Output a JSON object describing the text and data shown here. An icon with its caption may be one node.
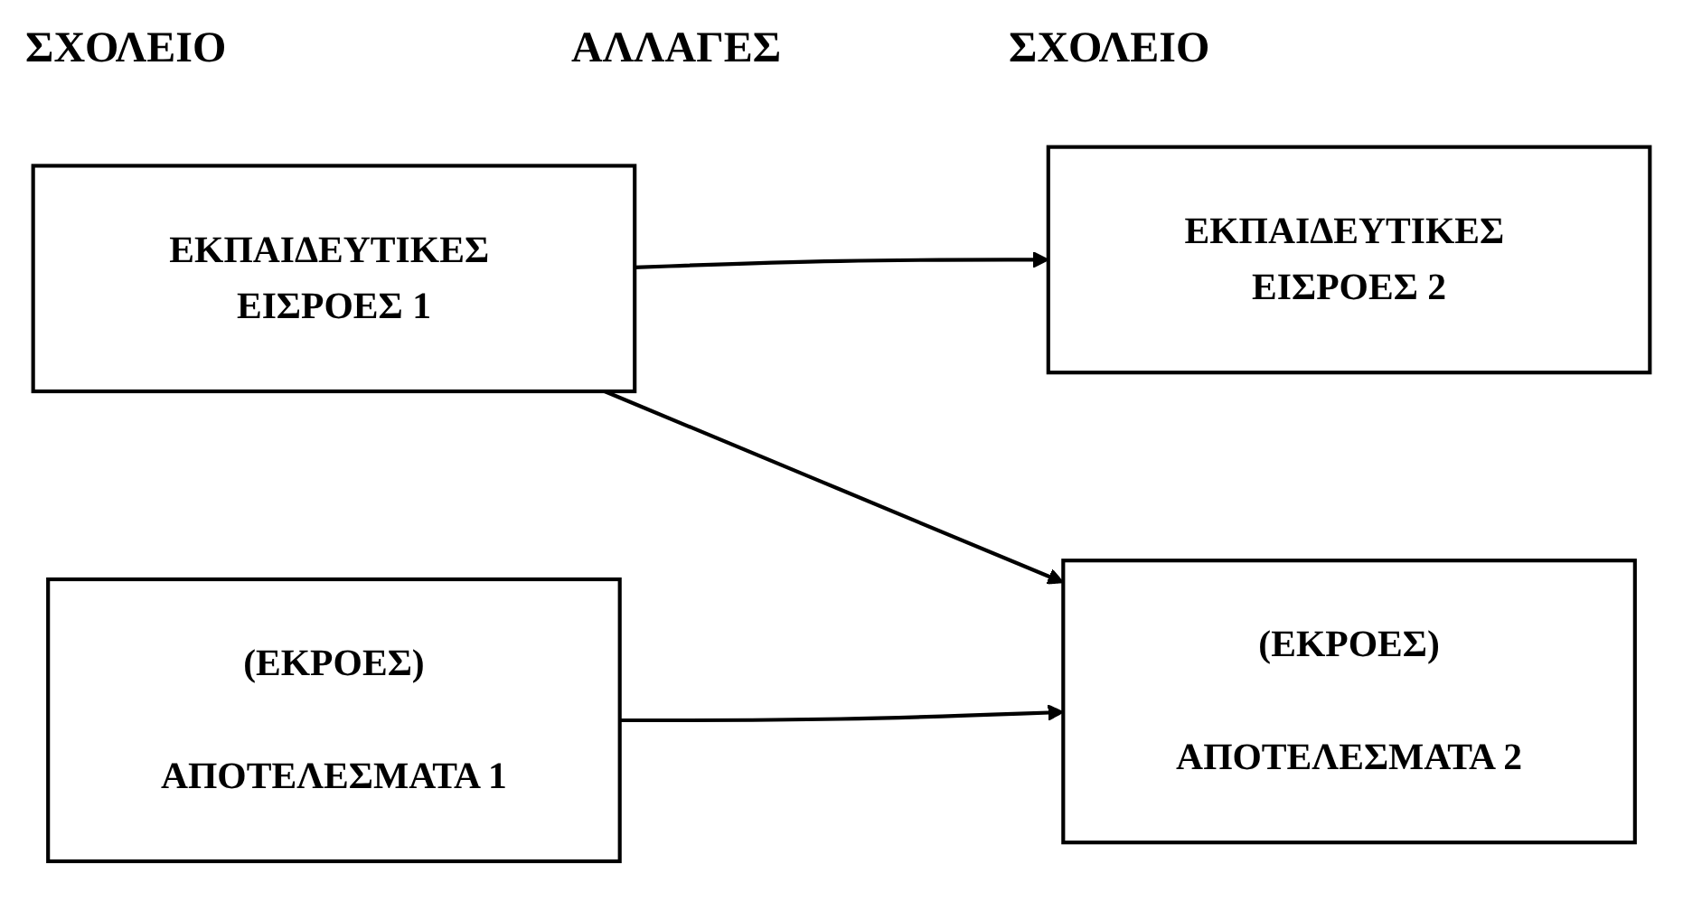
{
  "diagram": {
    "nodes": [
      {
        "text": [
          "ΕΚΠΑΙΔΕΥΤΙΚΕΣ ΕΙΣΡΟΕΣ 1"
        ]
      },
      {
        "text": [
          "ΕΚΠΑΙΔΕΥΤΙΚΕΣ ΕΙΣΡΟΕΣ 2"
        ]
      },
      {
        "text": [
          "(ΕΚΡΟΕΣ)",
          "ΑΠΟΤΕΛΕΣΜΑΤΑ 1"
        ]
      },
      {
        "text": [
          "(ΕΚΡΟΕΣ)",
          "ΑΠΟΤΕΛΕΣΜΑΤΑ 2"
        ]
      }
    ],
    "edges": [
      {
        "from": 0,
        "to": 1,
        "arrow": "to"
      },
      {
        "from": 0,
        "to": 3,
        "arrow": "to"
      },
      {
        "from": 2,
        "to": 3,
        "arrow": "to"
      }
    ],
    "labels": [
      "ΣΧΟΛΕΙΟ",
      "ΑΛΛΑΓΕΣ",
      "ΣΧΟΛΕΙΟ"
    ]
  }
}
